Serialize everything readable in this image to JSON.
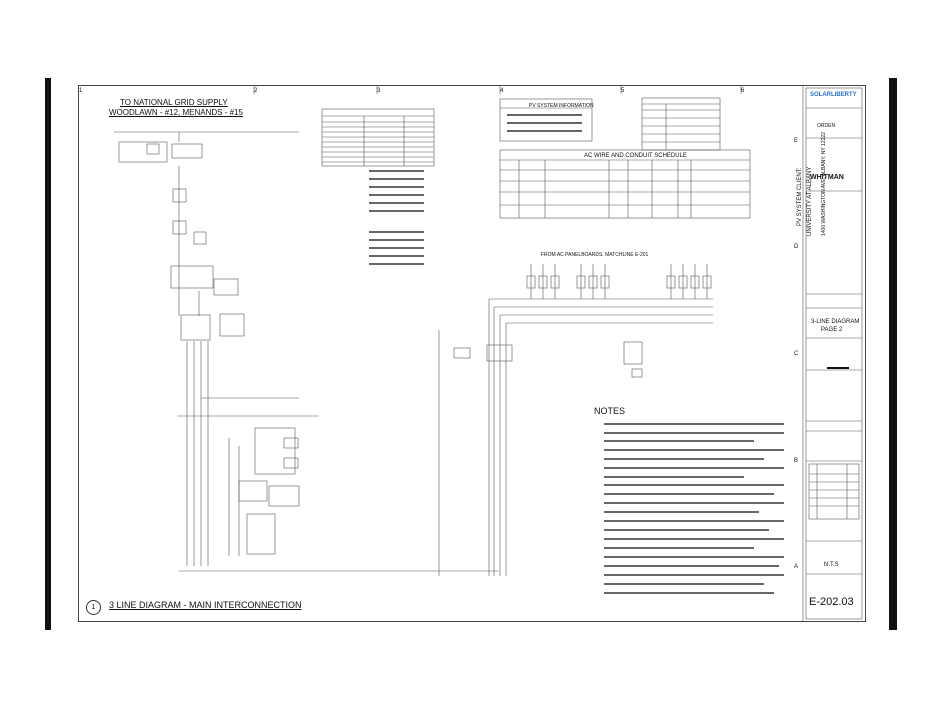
{
  "sheet": {
    "grid_cols": [
      "1",
      "2",
      "3",
      "4",
      "5",
      "6"
    ],
    "grid_rows": [
      "E",
      "D",
      "C",
      "B",
      "A"
    ],
    "supply_title_1": "TO NATIONAL GRID SUPPLY",
    "supply_title_2": "WOODLAWN - #12, MENANDS - #15",
    "pv_info_title": "PV SYSTEM INFORMATION",
    "ac_schedule_title": "AC WIRE AND CONDUIT SCHEDULE",
    "panelboard_label": "FROM AC PANELBOARDS. MATCHLINE E-201",
    "notes_title": "NOTES",
    "diagram_number": "1",
    "diagram_title": "3 LINE DIAGRAM - MAIN INTERCONNECTION"
  },
  "title_block": {
    "company_1": "SOLARLIBERTY",
    "company_2": "ORDEN",
    "company_3": "WHITMAN",
    "project_1": "PV SYSTEM CLIENT:",
    "project_2": "UNIVERSITY AT ALBANY",
    "address": "1400 WASHINGTON AVE, ALBANY, NY 12222",
    "sheet_name_1": "3-LINE DIAGRAM",
    "sheet_name_2": "PAGE 2",
    "scale": "N.T.S",
    "sheet_number": "E-202.03"
  },
  "colors": {
    "ink": "#111111",
    "line": "#555555",
    "dark_bar": "#111111"
  }
}
